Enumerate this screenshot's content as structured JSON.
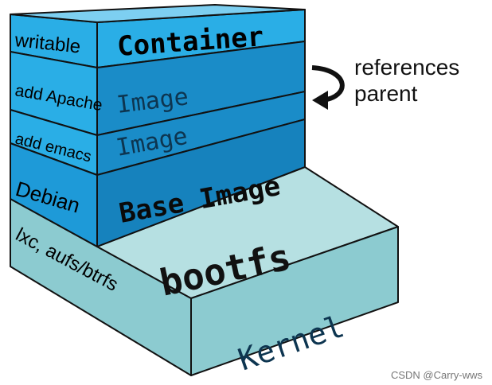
{
  "layers": [
    {
      "left_label": "writable",
      "face_label": "Container"
    },
    {
      "left_label": "add Apache",
      "face_label": "Image"
    },
    {
      "left_label": "add emacs",
      "face_label": "Image"
    },
    {
      "left_label": "Debian",
      "face_label": "Base Image"
    }
  ],
  "kernel": {
    "left_label": "lxc, aufs/btrfs",
    "top_label": "bootfs",
    "face_label": "Kernel"
  },
  "annotation": {
    "line1": "references",
    "line2": "parent"
  },
  "watermark": "CSDN @Carry-wws",
  "colors": {
    "light_blue": "#2aaee6",
    "dark_blue": "#1a8cc8",
    "kernel_face": "#8ccbd0",
    "kernel_top": "#b6e0e2"
  }
}
